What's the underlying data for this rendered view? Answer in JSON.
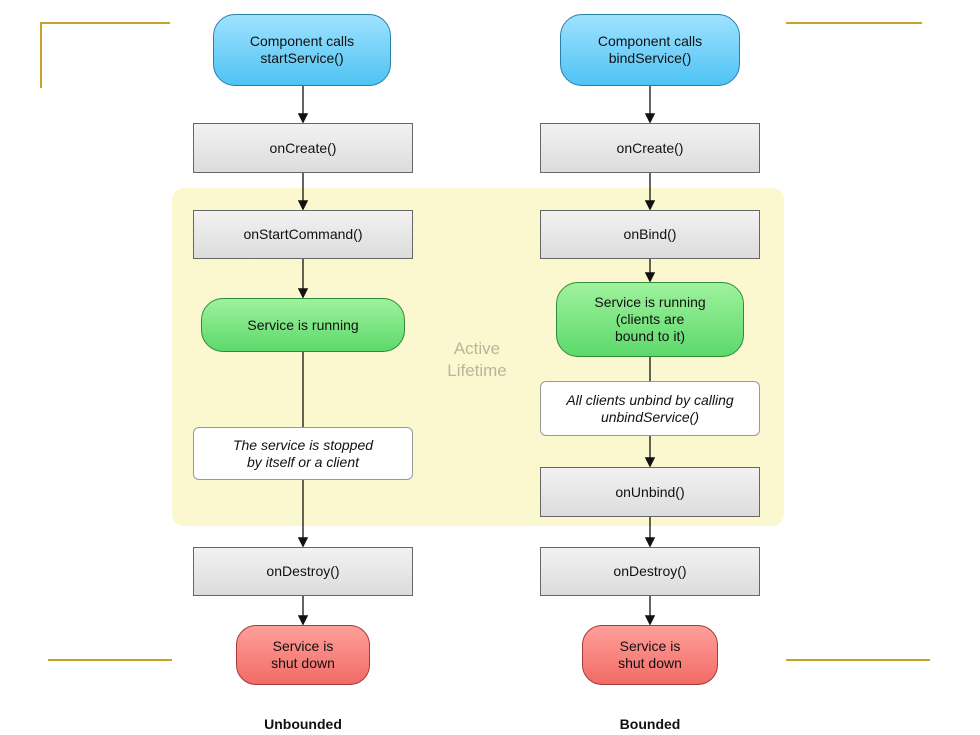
{
  "diagram": {
    "active_lifetime": [
      "Active",
      "Lifetime"
    ],
    "unbounded": {
      "caption": "Unbounded",
      "start": "Component calls\nstartService()",
      "on_create": "onCreate()",
      "on_start_command": "onStartCommand()",
      "running": "Service is running",
      "stopped_note": "The service is stopped\nby itself or a client",
      "on_destroy": "onDestroy()",
      "shut_down": "Service is\nshut down"
    },
    "bounded": {
      "caption": "Bounded",
      "start": "Component calls\nbindService()",
      "on_create": "onCreate()",
      "on_bind": "onBind()",
      "running": "Service is running\n(clients are\nbound to it)",
      "unbind_note": "All clients unbind by calling\nunbindService()",
      "on_unbind": "onUnbind()",
      "on_destroy": "onDestroy()",
      "shut_down": "Service is\nshut down"
    }
  }
}
